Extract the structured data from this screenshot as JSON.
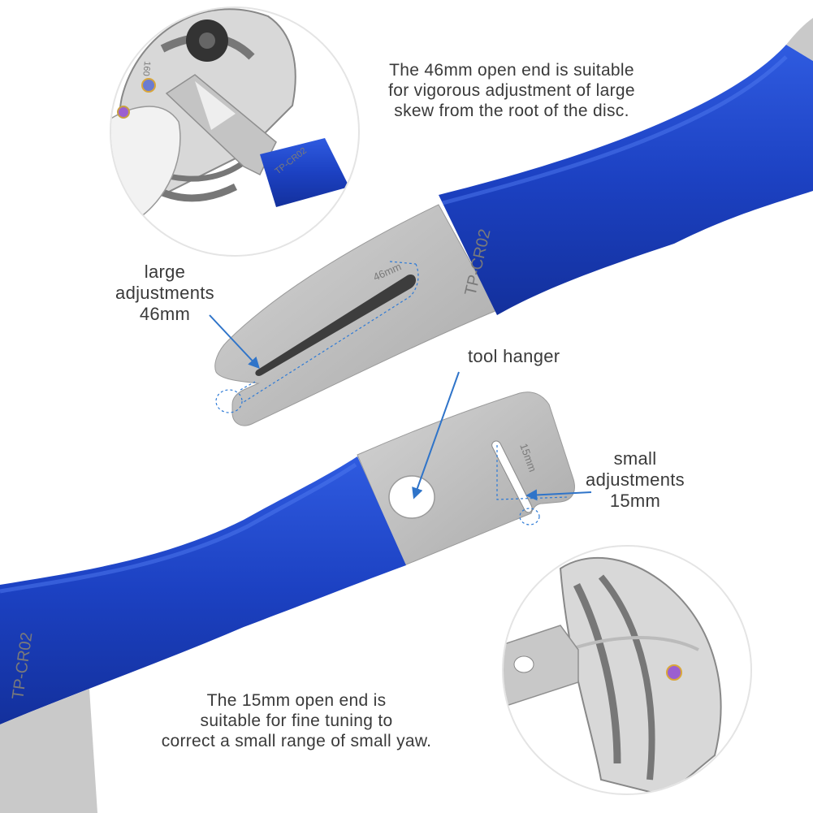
{
  "colors": {
    "handle_blue": "#1f47c9",
    "steel": "#bdbdbd",
    "dimension_line": "#2d7ad6",
    "annotation_arrow": "#2f74c9",
    "text": "#3a3a3a"
  },
  "top_tool": {
    "engraving": "TP-CR02",
    "slot_marking": "46mm",
    "description": [
      "The 46mm open end is suitable",
      "for vigorous adjustment of large",
      "skew from the root of the disc."
    ]
  },
  "bottom_tool": {
    "engraving": "TP-CR02",
    "slot_marking": "15mm",
    "description": [
      "The 15mm open end is",
      "suitable for fine tuning to",
      "correct a small range of small yaw."
    ]
  },
  "callouts": {
    "large": [
      "large",
      "adjustments",
      "46mm"
    ],
    "hanger": "tool hanger",
    "small": [
      "small",
      "adjustments",
      "15mm"
    ]
  },
  "insets": {
    "top_left": {
      "tool_label": "TP-CR02",
      "disc_marking": "160"
    },
    "bottom_right": {}
  },
  "icons": [
    "rotor-disc",
    "caliper",
    "bolt",
    "slot",
    "hanger-hole",
    "arrow"
  ]
}
